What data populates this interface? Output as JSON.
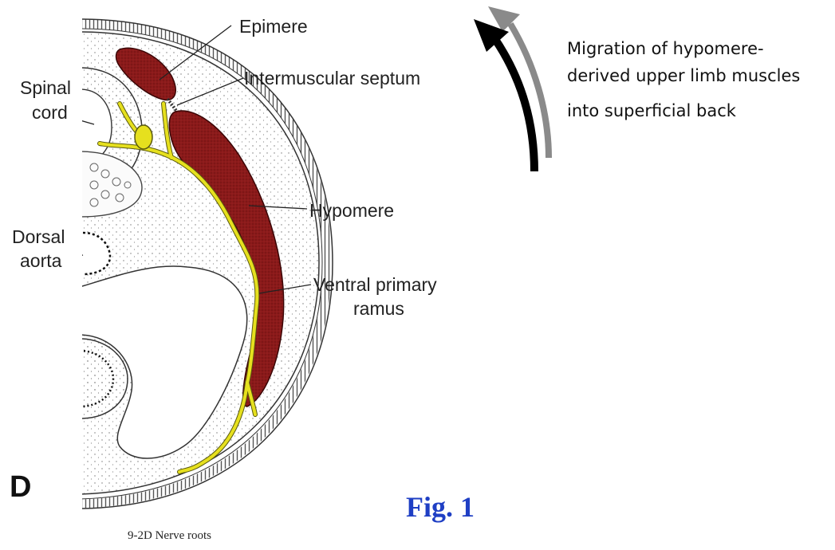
{
  "labels": {
    "epimere": "Epimere",
    "intermuscular_septum": "Intermuscular septum",
    "spinal_cord_line1": "Spinal",
    "spinal_cord_line2": "cord",
    "hypomere": "Hypomere",
    "dorsal_aorta_line1": "Dorsal",
    "dorsal_aorta_line2": "aorta",
    "ventral_ramus_line1": "Ventral primary",
    "ventral_ramus_line2": "ramus"
  },
  "panel_letter": "D",
  "figure_label": "Fig. 1",
  "caption": "9-2D Nerve roots",
  "migration_note": {
    "line1": "Migration of hypomere-",
    "line2": "derived upper limb muscles",
    "line3": "into superficial back"
  },
  "colors": {
    "muscle": "#8b1a1a",
    "nerve": "#e6e01e",
    "figure_label": "#1f3fc4",
    "arrow_front": "#000000",
    "arrow_back": "#8a8a8a"
  }
}
